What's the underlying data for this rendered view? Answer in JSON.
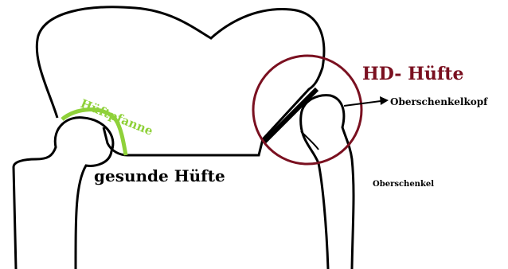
{
  "labels": {
    "huftpfanne": "Hüftpfanne",
    "gesunde": "gesunde Hüfte",
    "hd": "HD- Hüfte",
    "kopf": "Oberschenkelkopf",
    "schenkel": "Oberschenkel"
  },
  "colors": {
    "outline": "#000000",
    "acetabulum": "#8fd13a",
    "hd_circle": "#7a1020",
    "hd_text": "#7a1020",
    "arrow": "#000000"
  }
}
